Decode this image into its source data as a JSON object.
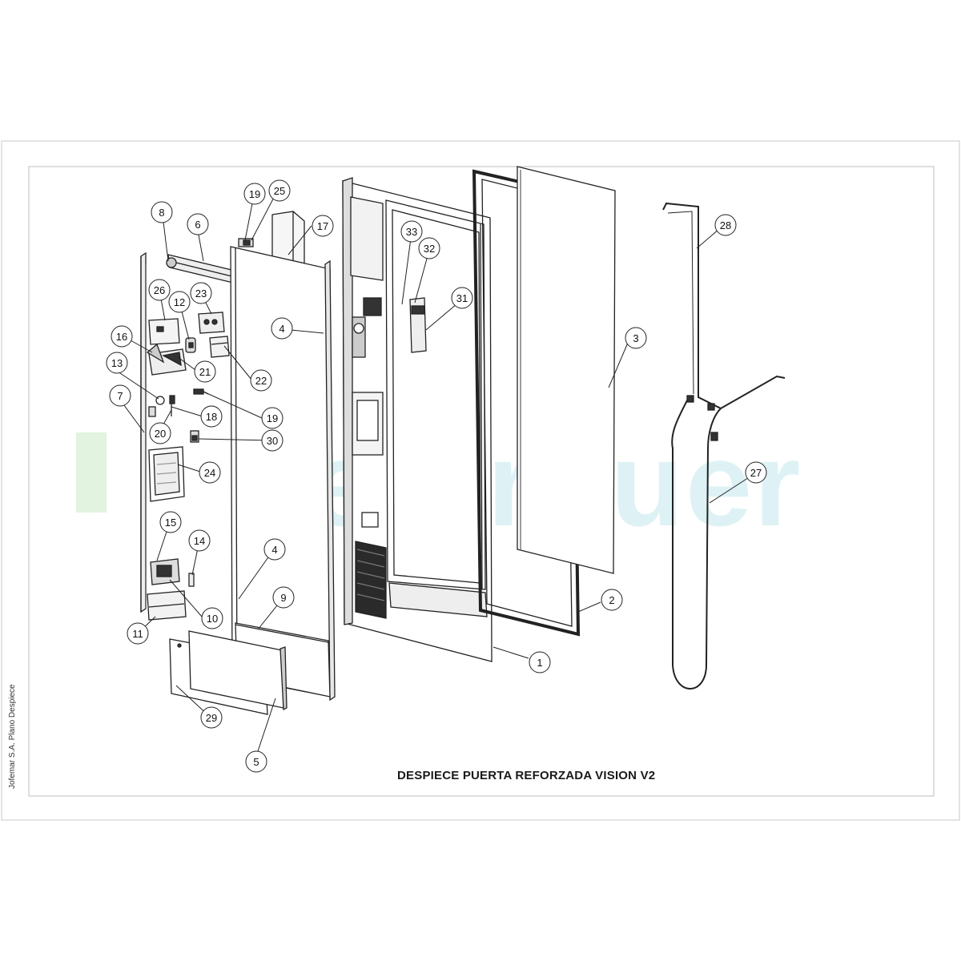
{
  "drawing": {
    "title": "DESPIECE PUERTA REFORZADA VISION V2",
    "side_label": "Jofemar S.A. Plano Despiece",
    "watermark": "seferguer"
  },
  "callouts": [
    {
      "n": "1"
    },
    {
      "n": "2"
    },
    {
      "n": "3"
    },
    {
      "n": "4"
    },
    {
      "n": "4"
    },
    {
      "n": "5"
    },
    {
      "n": "6"
    },
    {
      "n": "7"
    },
    {
      "n": "8"
    },
    {
      "n": "9"
    },
    {
      "n": "10"
    },
    {
      "n": "11"
    },
    {
      "n": "12"
    },
    {
      "n": "13"
    },
    {
      "n": "14"
    },
    {
      "n": "15"
    },
    {
      "n": "16"
    },
    {
      "n": "17"
    },
    {
      "n": "18"
    },
    {
      "n": "19"
    },
    {
      "n": "19"
    },
    {
      "n": "20"
    },
    {
      "n": "21"
    },
    {
      "n": "22"
    },
    {
      "n": "23"
    },
    {
      "n": "24"
    },
    {
      "n": "25"
    },
    {
      "n": "26"
    },
    {
      "n": "27"
    },
    {
      "n": "28"
    },
    {
      "n": "29"
    },
    {
      "n": "30"
    },
    {
      "n": "31"
    },
    {
      "n": "32"
    },
    {
      "n": "33"
    }
  ]
}
